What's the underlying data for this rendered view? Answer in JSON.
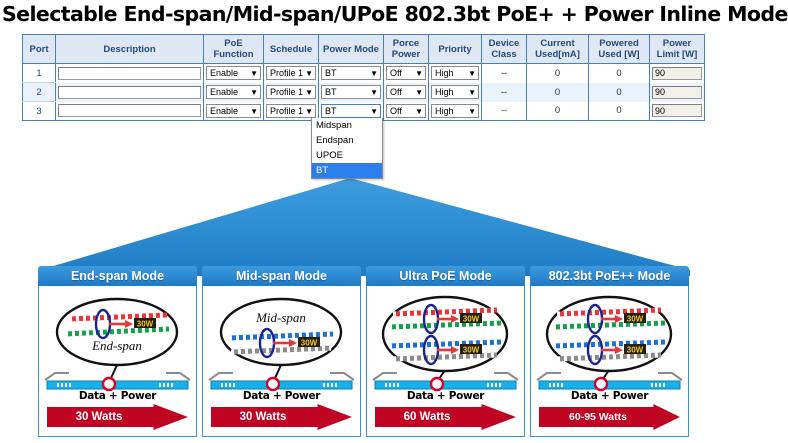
{
  "title": "Selectable End-span/Mid-span/UPoE 802.3bt PoE+ + Power Inline Mode",
  "colors": {
    "header_bg": "#dde8f4",
    "header_text": "#26497c",
    "table_border": "#4a7ebb",
    "alt_row_bg": "#eaf2fb",
    "panel_caption_blue": "#2384cc",
    "arrow_blue": "#2b8bd4",
    "watt_arrow_red": "#c00424",
    "dropdown_highlight": "#2a7fec"
  },
  "table": {
    "name": "poe-port-configuration-table",
    "headers": [
      "Port",
      "Description",
      "PoE Function",
      "Schedule",
      "Power Mode",
      "Porce Power",
      "Priority",
      "Device Class",
      "Current Used[mA]",
      "Powered Used [W]",
      "Power Limit [W]"
    ],
    "rows": [
      {
        "port": "1",
        "description": "",
        "description_placeholder": "",
        "poe_function": "Enable",
        "schedule": "Profile 1",
        "power_mode": "BT",
        "force_power": "Off",
        "priority": "High",
        "device_class": "--",
        "current_used": "0",
        "powered_used": "0",
        "power_limit": "90"
      },
      {
        "port": "2",
        "description": "",
        "description_placeholder": "",
        "poe_function": "Enable",
        "schedule": "Profile 1",
        "power_mode": "BT",
        "force_power": "Off",
        "priority": "High",
        "device_class": "--",
        "current_used": "0",
        "powered_used": "0",
        "power_limit": "90"
      },
      {
        "port": "3",
        "description": "",
        "description_placeholder": "",
        "poe_function": "Enable",
        "schedule": "Profile 1",
        "power_mode": "BT",
        "force_power": "Off",
        "priority": "High",
        "device_class": "--",
        "current_used": "0",
        "powered_used": "0",
        "power_limit": "90"
      }
    ]
  },
  "power_mode_dropdown": {
    "open": true,
    "owner_row": "3",
    "options": [
      {
        "label": "Midspan",
        "selected": false
      },
      {
        "label": "Endspan",
        "selected": false
      },
      {
        "label": "UPOE",
        "selected": false
      },
      {
        "label": "BT",
        "selected": true
      }
    ]
  },
  "panels": [
    {
      "caption": "End-span Mode",
      "diagram_label": "End-span",
      "label_position": "bottom",
      "pair_tags": [
        "30W"
      ],
      "data_power_label": "Data + Power",
      "watts": "30 Watts"
    },
    {
      "caption": "Mid-span Mode",
      "diagram_label": "Mid-span",
      "label_position": "top",
      "pair_tags": [
        "30W"
      ],
      "data_power_label": "Data + Power",
      "watts": "30 Watts"
    },
    {
      "caption": "Ultra PoE Mode",
      "diagram_label": "",
      "label_position": "none",
      "pair_tags": [
        "30W",
        "30W"
      ],
      "data_power_label": "Data + Power",
      "watts": "60 Watts"
    },
    {
      "caption": "802.3bt PoE++ Mode",
      "diagram_label": "",
      "label_position": "none",
      "pair_tags": [
        "30W",
        "30W"
      ],
      "data_power_label": "Data + Power",
      "watts": "60-95 Watts"
    }
  ]
}
